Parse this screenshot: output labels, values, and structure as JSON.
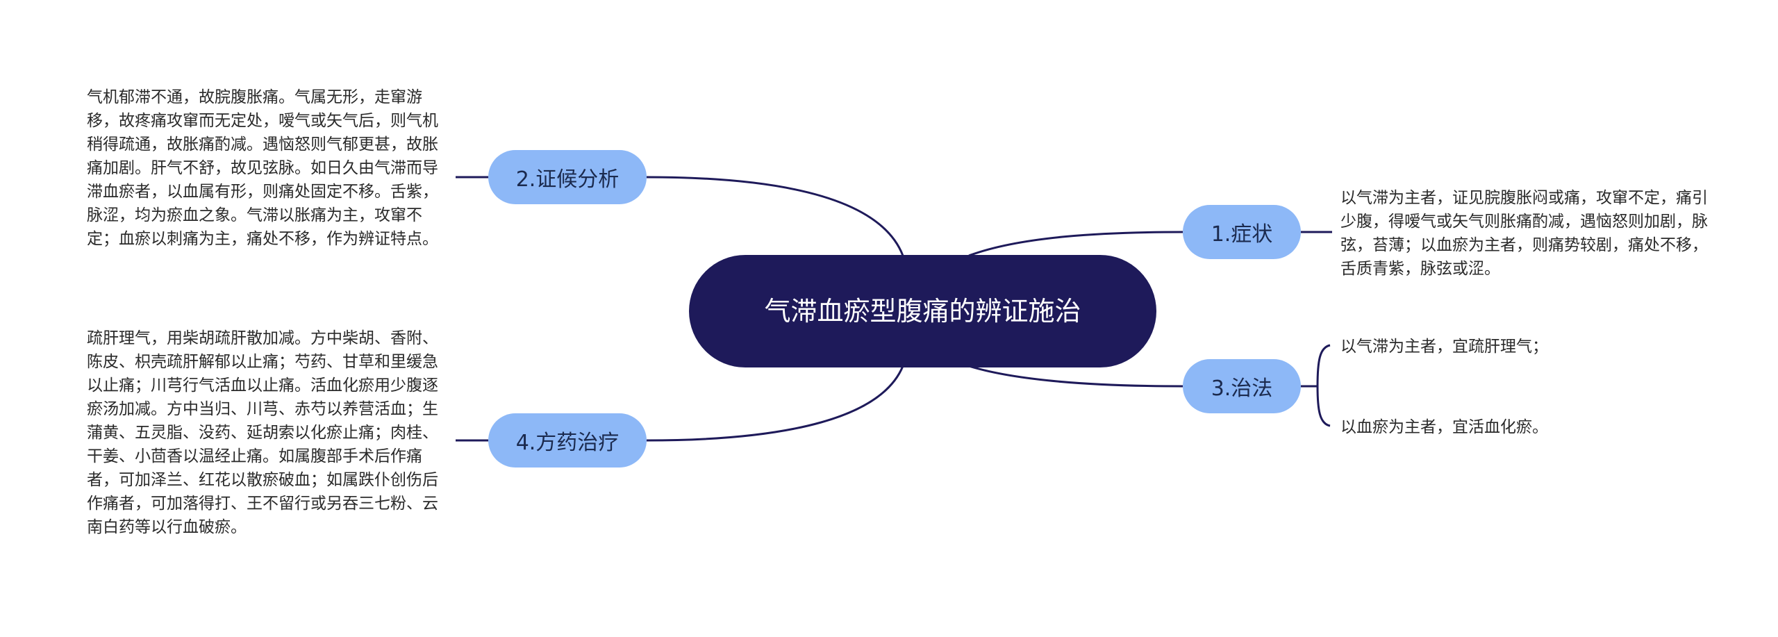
{
  "title": "气滞血瘀型腹痛的辨证施治",
  "branches": [
    {
      "label": "1.症状"
    },
    {
      "label": "2.证候分析"
    },
    {
      "label": "3.治法"
    },
    {
      "label": "4.方药治疗"
    }
  ],
  "notes": {
    "symptoms": "以气滞为主者，证见脘腹胀闷或痛，攻窜不定，痛引少腹，得嗳气或矢气则胀痛酌减，遇恼怒则加剧，脉弦，苔薄；以血瘀为主者，则痛势较剧，痛处不移，舌质青紫，脉弦或涩。",
    "analysis": "气机郁滞不通，故脘腹胀痛。气属无形，走窜游移，故疼痛攻窜而无定处，嗳气或矢气后，则气机稍得疏通，故胀痛酌减。遇恼怒则气郁更甚，故胀痛加剧。肝气不舒，故见弦脉。如日久由气滞而导滞血瘀者，以血属有形，则痛处固定不移。舌紫，脉涩，均为瘀血之象。气滞以胀痛为主，攻窜不定；血瘀以刺痛为主，痛处不移，作为辨证特点。",
    "method_1": "以气滞为主者，宜疏肝理气；",
    "method_2": "以血瘀为主者，宜活血化瘀。",
    "prescription": "疏肝理气，用柴胡疏肝散加减。方中柴胡、香附、陈皮、枳壳疏肝解郁以止痛；芍药、甘草和里缓急以止痛；川芎行气活血以止痛。活血化瘀用少腹逐瘀汤加减。方中当归、川芎、赤芍以养营活血；生蒲黄、五灵脂、没药、延胡索以化瘀止痛；肉桂、干姜、小茴香以温经止痛。如属腹部手术后作痛者，可加泽兰、红花以散瘀破血；如属跌仆创伤后作痛者，可加落得打、王不留行或另吞三七粉、云南白药等以行血破瘀。"
  },
  "colors": {
    "root_fill": "#1e1a5a",
    "branch_fill": "#8db8f7",
    "connector": "#1e1a5a"
  }
}
